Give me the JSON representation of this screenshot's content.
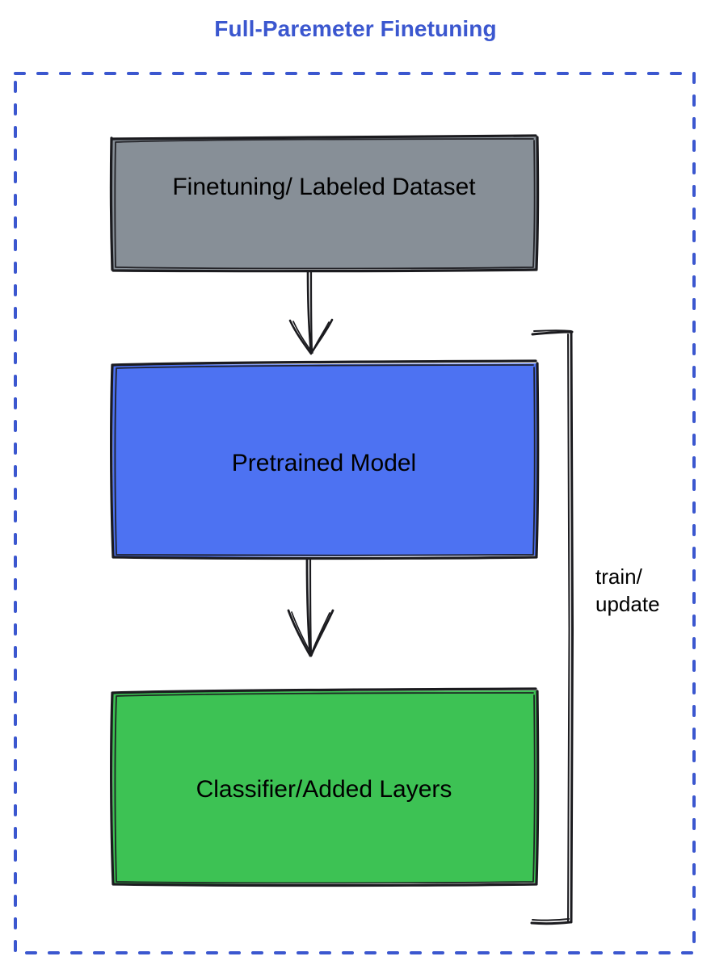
{
  "diagram": {
    "title": "Full-Paremeter Finetuning",
    "title_color": "#3b57cf",
    "background_color": "#ffffff",
    "container": {
      "border_style": "dashed",
      "border_color": "#3b57cf"
    },
    "nodes": [
      {
        "id": "dataset",
        "label": "Finetuning/ Labeled Dataset",
        "fill": "#878f97",
        "stroke": "#1b1b1f",
        "shape": "rectangle"
      },
      {
        "id": "pretrained",
        "label": "Pretrained Model",
        "fill": "#4d72f2",
        "stroke": "#1b1b1f",
        "shape": "rectangle"
      },
      {
        "id": "classifier",
        "label": "Classifier/Added Layers",
        "fill": "#3dc254",
        "stroke": "#1b1b1f",
        "shape": "rectangle"
      }
    ],
    "edges": [
      {
        "id": "dataset-to-pretrained",
        "from": "dataset",
        "to": "pretrained",
        "label": "",
        "arrowhead": "open-v"
      },
      {
        "id": "pretrained-to-classifier",
        "from": "pretrained",
        "to": "classifier",
        "label": "",
        "arrowhead": "open-v"
      },
      {
        "id": "classifier-to-pretrained-feedback",
        "from": "classifier",
        "to": "pretrained",
        "label": "train/\nupdate",
        "arrowhead": "none",
        "shape": "bracket"
      }
    ]
  }
}
